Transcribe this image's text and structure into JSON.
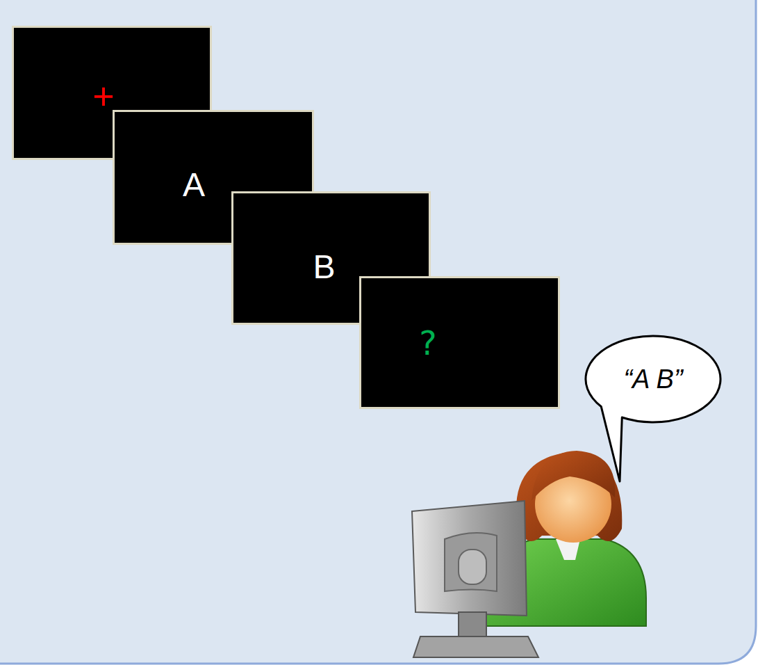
{
  "diagram": {
    "nodes": [
      {
        "text": [
          "+"
        ]
      },
      {
        "text": [
          "A"
        ]
      },
      {
        "text": [
          "B"
        ]
      },
      {
        "text": [
          "?"
        ]
      },
      {
        "text": [
          "“A B”"
        ]
      }
    ]
  }
}
